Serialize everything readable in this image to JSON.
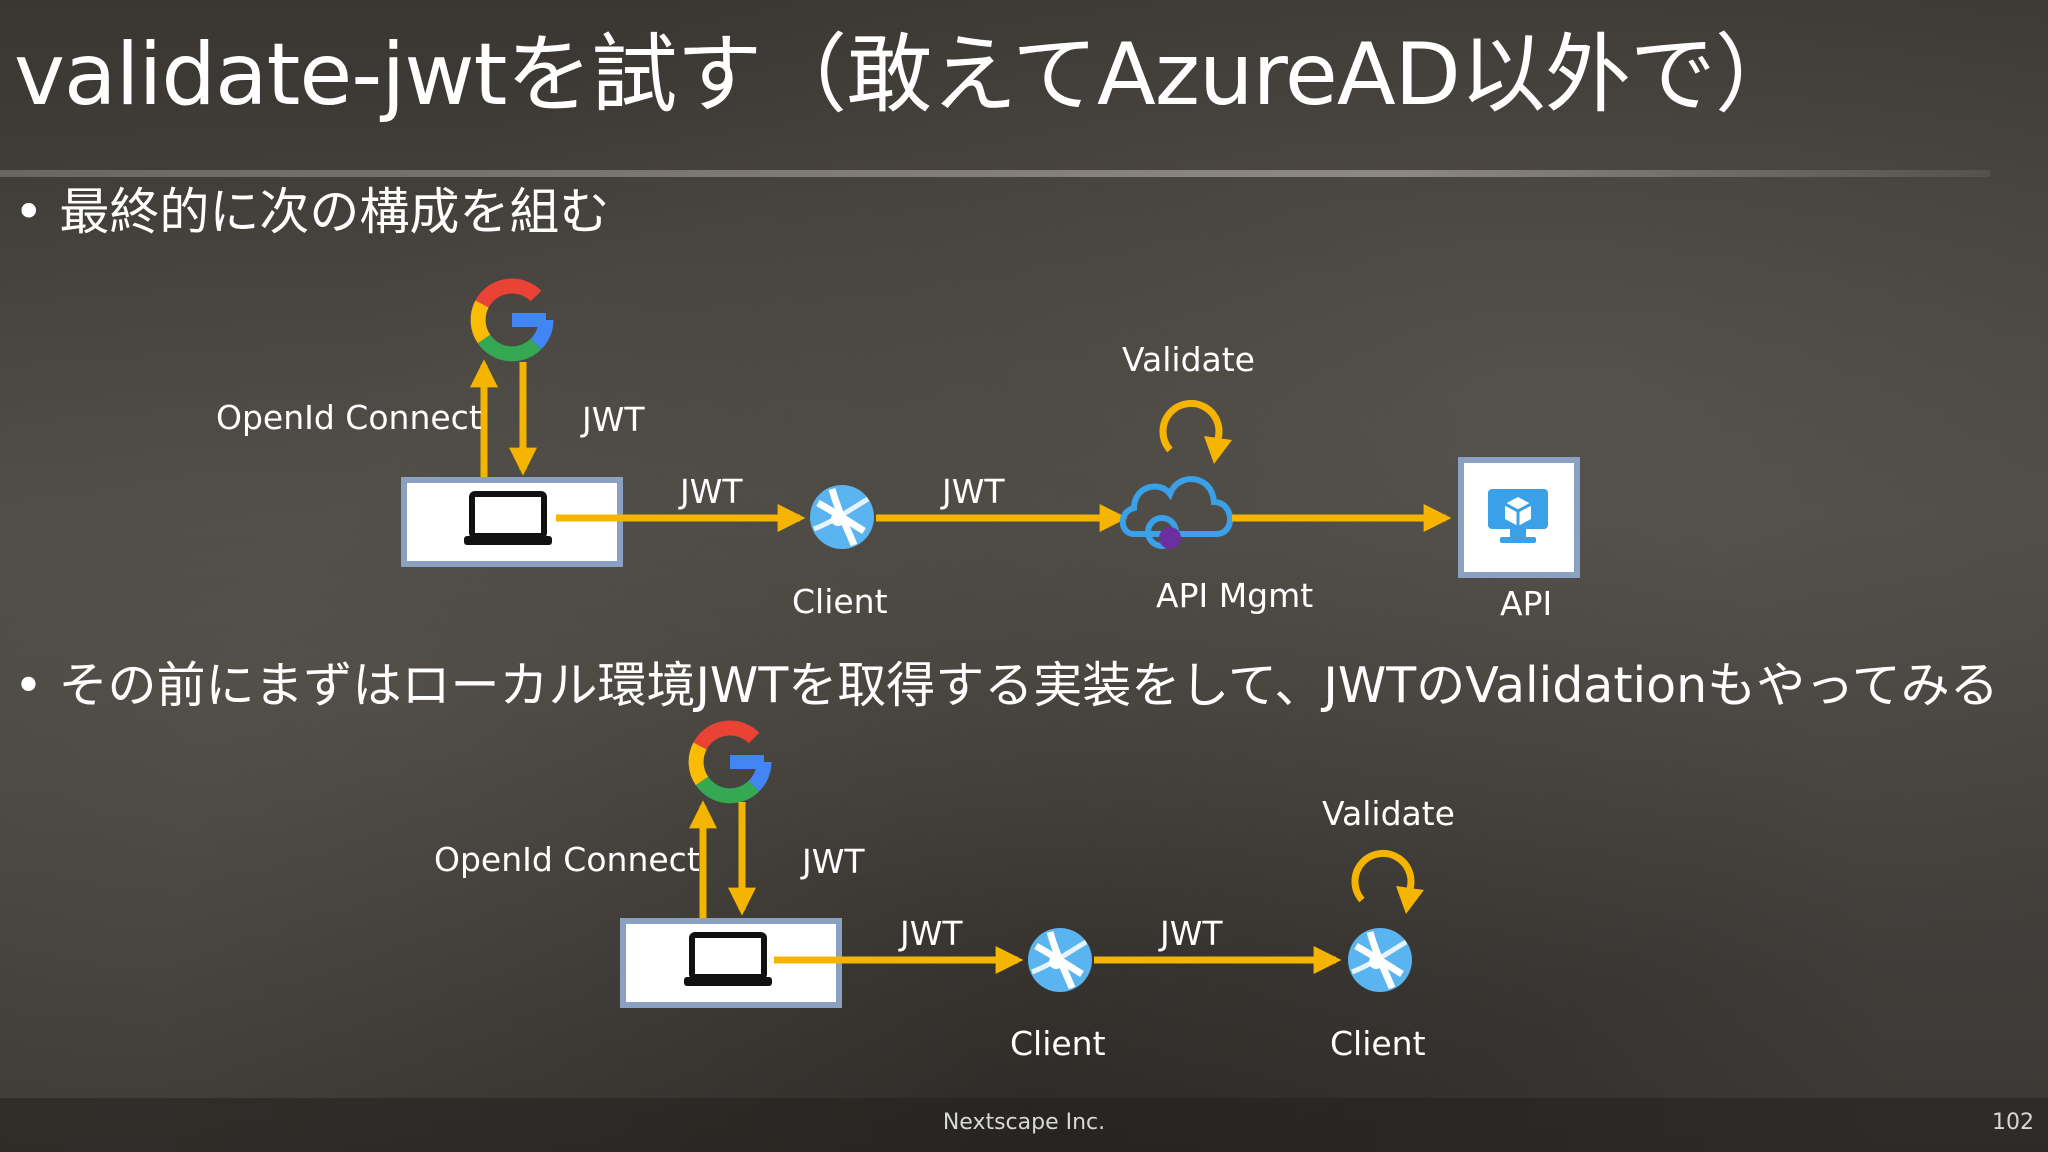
{
  "slide": {
    "title": "validate-jwtを試す（敢えてAzureAD以外で）",
    "bullets": [
      "• 最終的に次の構成を組む",
      "• その前にまずはローカル環境JWTを取得する実装をして、JWTのValidationもやってみる"
    ]
  },
  "diagram_top": {
    "label_openid": "OpenId Connect",
    "label_jwt_from_google": "JWT",
    "label_jwt_to_client": "JWT",
    "label_jwt_to_apim": "JWT",
    "label_validate": "Validate",
    "node_client": "Client",
    "node_apim": "API Mgmt",
    "node_api": "API"
  },
  "diagram_bottom": {
    "label_openid": "OpenId Connect",
    "label_jwt_from_google": "JWT",
    "label_jwt_to_client": "JWT",
    "label_jwt_to_client2": "JWT",
    "label_validate": "Validate",
    "node_client": "Client",
    "node_client2": "Client"
  },
  "footer": {
    "company": "Nextscape Inc.",
    "page_number": "102"
  },
  "colors": {
    "arrow": "#f5b400",
    "box_border": "#8aa1c1",
    "azure_blue": "#3aa0e8",
    "google_blue": "#4285f4",
    "google_red": "#ea4335",
    "google_yellow": "#fbbc05",
    "google_green": "#34a853"
  }
}
